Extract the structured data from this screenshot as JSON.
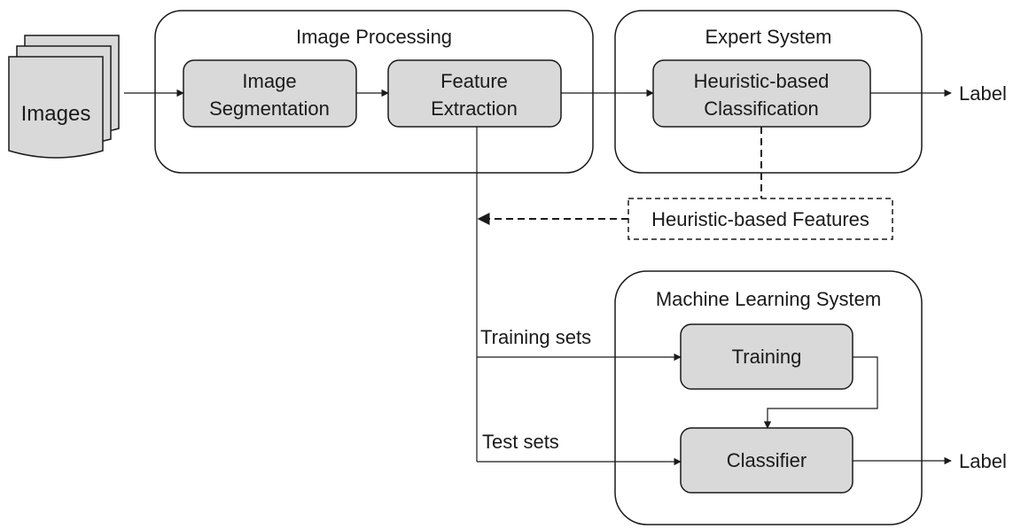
{
  "colors": {
    "box_fill": "#d9d9d9",
    "stroke": "#1a1a1a",
    "page_background": "#ffffff"
  },
  "input": {
    "label": "Images",
    "icon": "document-stack-icon"
  },
  "groups": {
    "image_processing": "Image Processing",
    "expert_system": "Expert System",
    "machine_learning": "Machine Learning System"
  },
  "boxes": {
    "segmentation": [
      "Image",
      "Segmentation"
    ],
    "feature_extraction": [
      "Feature",
      "Extraction"
    ],
    "heuristic_classification": [
      "Heuristic-based",
      "Classification"
    ],
    "heuristic_features": "Heuristic-based Features",
    "training": "Training",
    "classifier": "Classifier"
  },
  "edge_labels": {
    "training_sets": "Training sets",
    "test_sets": "Test sets"
  },
  "outputs": {
    "expert_label": "Label",
    "ml_label": "Label"
  }
}
